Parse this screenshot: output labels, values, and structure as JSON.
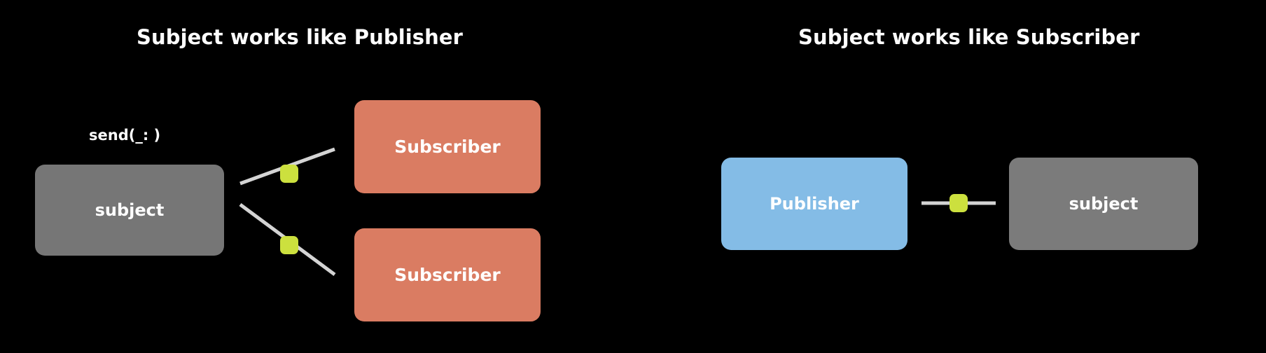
{
  "background_color": "#000000",
  "panels": [
    {
      "id": "subject-as-publisher",
      "title": "Subject works like Publisher",
      "caption": "send(_: )",
      "nodes": [
        {
          "label": "subject",
          "role": "subject",
          "color": "#767676"
        },
        {
          "label": "Subscriber",
          "role": "subscriber",
          "color": "#da7c62"
        },
        {
          "label": "Subscriber",
          "role": "subscriber",
          "color": "#da7c62"
        }
      ],
      "connections": [
        {
          "from": "subject",
          "to": "Subscriber",
          "marker_color": "#cce03e",
          "line_color": "#d4d4d4"
        },
        {
          "from": "subject",
          "to": "Subscriber",
          "marker_color": "#cce03e",
          "line_color": "#d4d4d4"
        }
      ]
    },
    {
      "id": "subject-as-subscriber",
      "title": "Subject works like Subscriber",
      "caption": "",
      "nodes": [
        {
          "label": "Publisher",
          "role": "publisher",
          "color": "#84bce6"
        },
        {
          "label": "subject",
          "role": "subject",
          "color": "#7b7b7b"
        }
      ],
      "connections": [
        {
          "from": "Publisher",
          "to": "subject",
          "marker_color": "#cce03e",
          "line_color": "#d4d4d4"
        }
      ]
    }
  ],
  "colors": {
    "subject_gray": "#767676",
    "subscriber_orange": "#da7c62",
    "publisher_blue": "#84bce6",
    "marker_green": "#cce03e",
    "wire_gray": "#d4d4d4",
    "text_white": "#ffffff",
    "background": "#000000"
  }
}
